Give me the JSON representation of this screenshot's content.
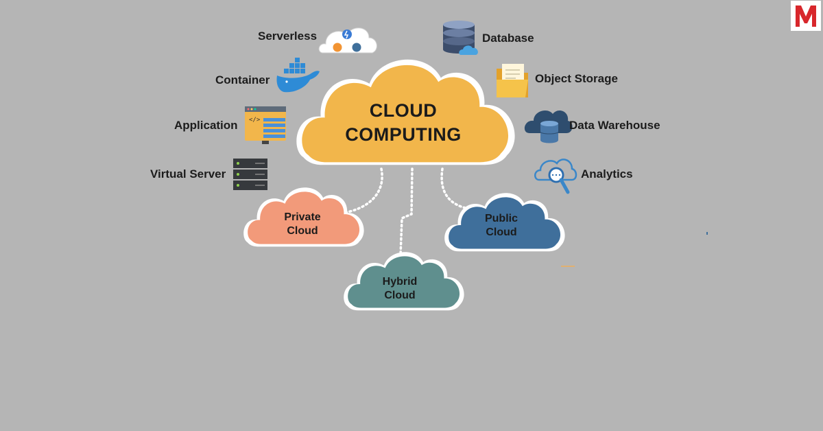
{
  "center": {
    "line1": "CLOUD",
    "line2": "COMPUTING"
  },
  "left_services": [
    "Serverless",
    "Container",
    "Application",
    "Virtual Server"
  ],
  "right_services": [
    "Database",
    "Object Storage",
    "Data Warehouse",
    "Analytics"
  ],
  "deployment": {
    "private": {
      "line1": "Private",
      "line2": "Cloud"
    },
    "public": {
      "line1": "Public",
      "line2": "Cloud"
    },
    "hybrid": {
      "line1": "Hybrid",
      "line2": "Cloud"
    }
  },
  "icons": {
    "serverless": "serverless-cloud-icon",
    "container": "docker-whale-icon",
    "application": "code-monitor-icon",
    "virtual_server": "server-rack-icon",
    "database": "database-stack-icon",
    "object_storage": "folder-document-icon",
    "data_warehouse": "cloud-database-icon",
    "analytics": "cloud-magnifier-icon",
    "logo": "m-logo-icon"
  },
  "colors": {
    "background": "#b5b5b5",
    "main_cloud": "#f2b64b",
    "private_cloud": "#f29a7a",
    "public_cloud": "#3f6f9b",
    "hybrid_cloud": "#5f8f8e",
    "logo_red": "#d8272c"
  }
}
